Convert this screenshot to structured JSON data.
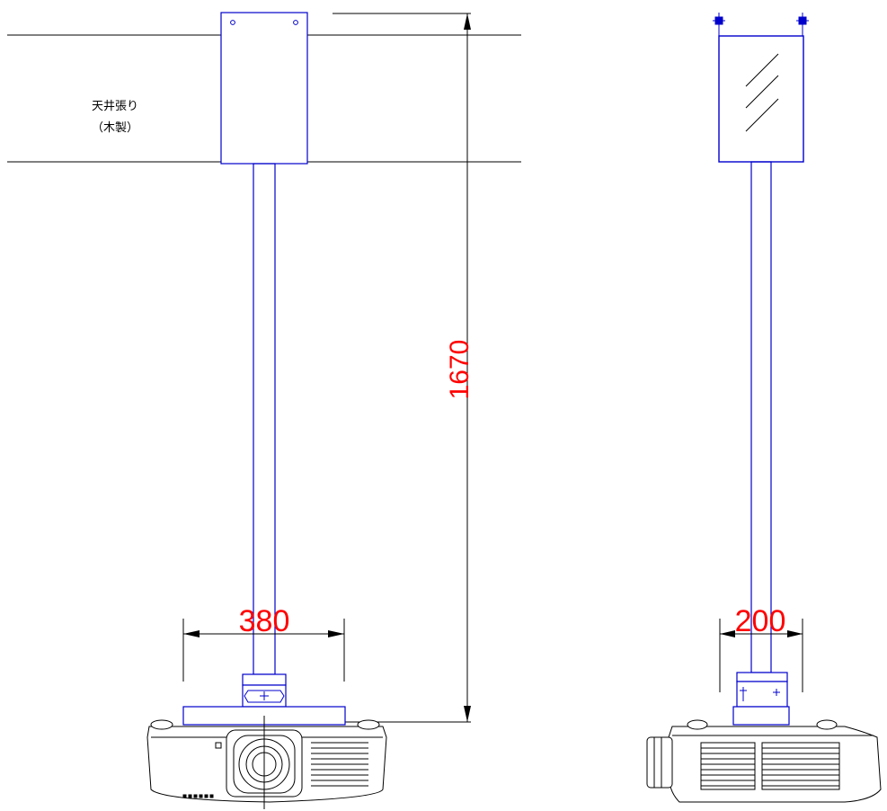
{
  "ceiling_label": {
    "line1": "天井張り",
    "line2": "（木製）"
  },
  "dimensions": {
    "height": "1670",
    "front_width": "380",
    "side_width": "200"
  },
  "colors": {
    "structure": "#0000cc",
    "dimension_text": "#ff0000",
    "lines": "#000000"
  }
}
